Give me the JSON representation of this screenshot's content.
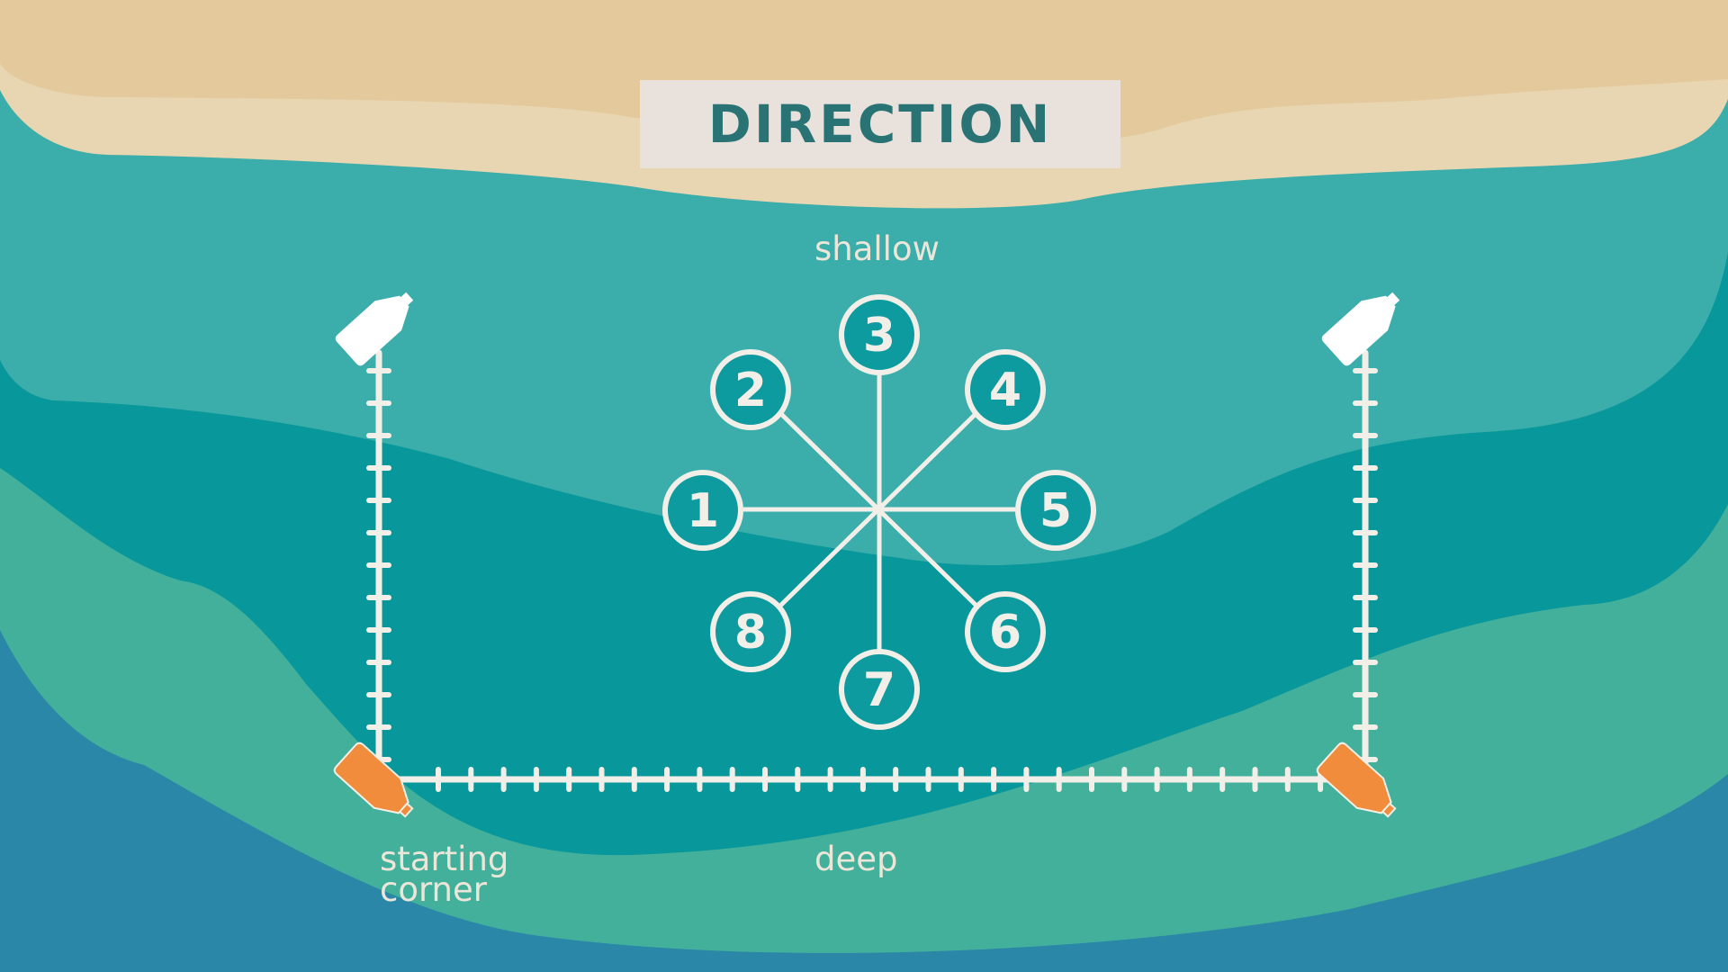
{
  "title": "DIRECTION",
  "labels": {
    "shallow": "shallow",
    "deep": "deep",
    "starting_corner_line1": "starting",
    "starting_corner_line2": "corner"
  },
  "directions": [
    "1",
    "2",
    "3",
    "4",
    "5",
    "6",
    "7",
    "8"
  ],
  "colors": {
    "sand": "#e4c99d",
    "sand_light": "#e8d6b2",
    "shallow_water": "#3badaa",
    "mid_water": "#08979a",
    "green_water": "#43b09c",
    "deep_water": "#2b87a8",
    "buoy_white": "#ffffff",
    "buoy_orange": "#f08c3c",
    "title_bg": "#e8e1dc",
    "title_text": "#2a7374"
  },
  "icons": {
    "top_markers": "white-buoy-icon",
    "bottom_markers": "orange-buoy-icon"
  }
}
